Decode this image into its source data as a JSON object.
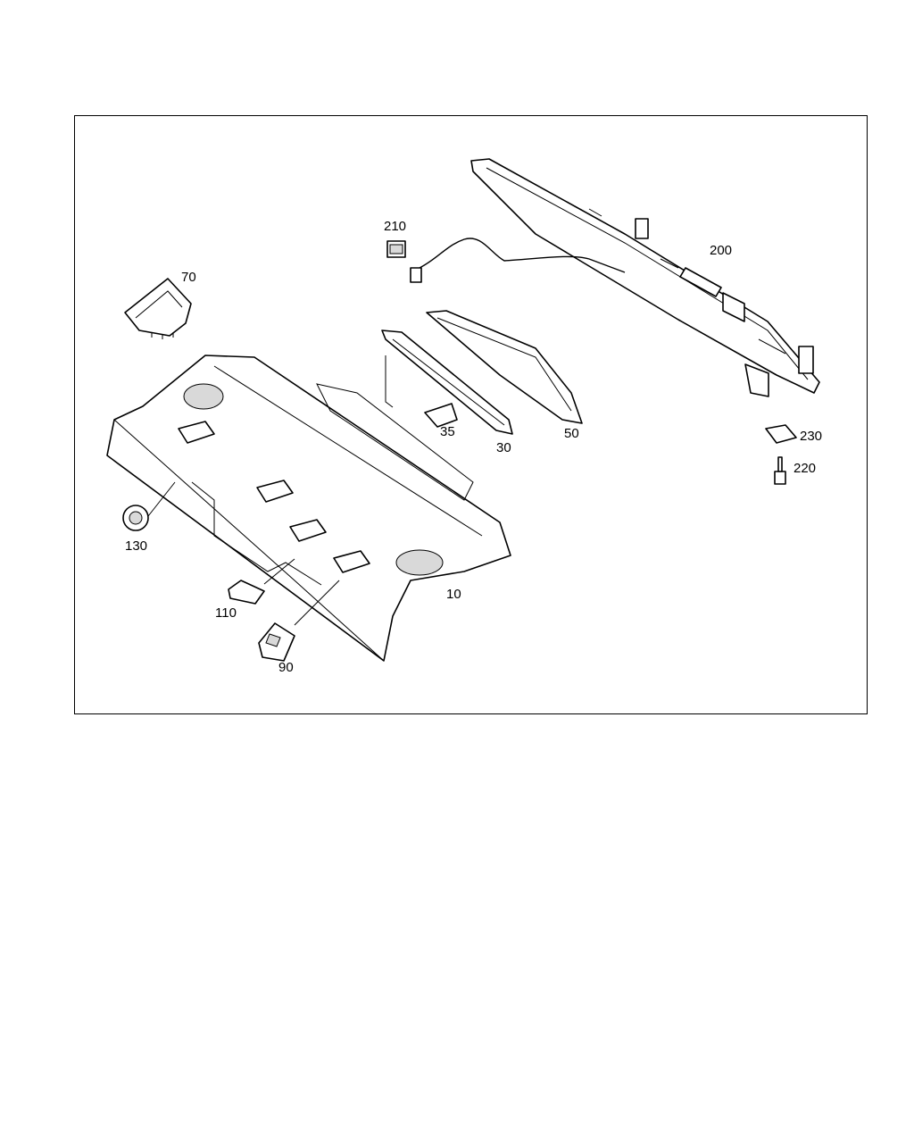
{
  "callouts": {
    "c10": "10",
    "c30": "30",
    "c35": "35",
    "c50": "50",
    "c70": "70",
    "c90": "90",
    "c110": "110",
    "c130": "130",
    "c200": "200",
    "c210": "210",
    "c220": "220",
    "c230": "230"
  },
  "colors": {
    "line": "#000000",
    "background": "#ffffff",
    "shade": "#d9d9d9"
  }
}
